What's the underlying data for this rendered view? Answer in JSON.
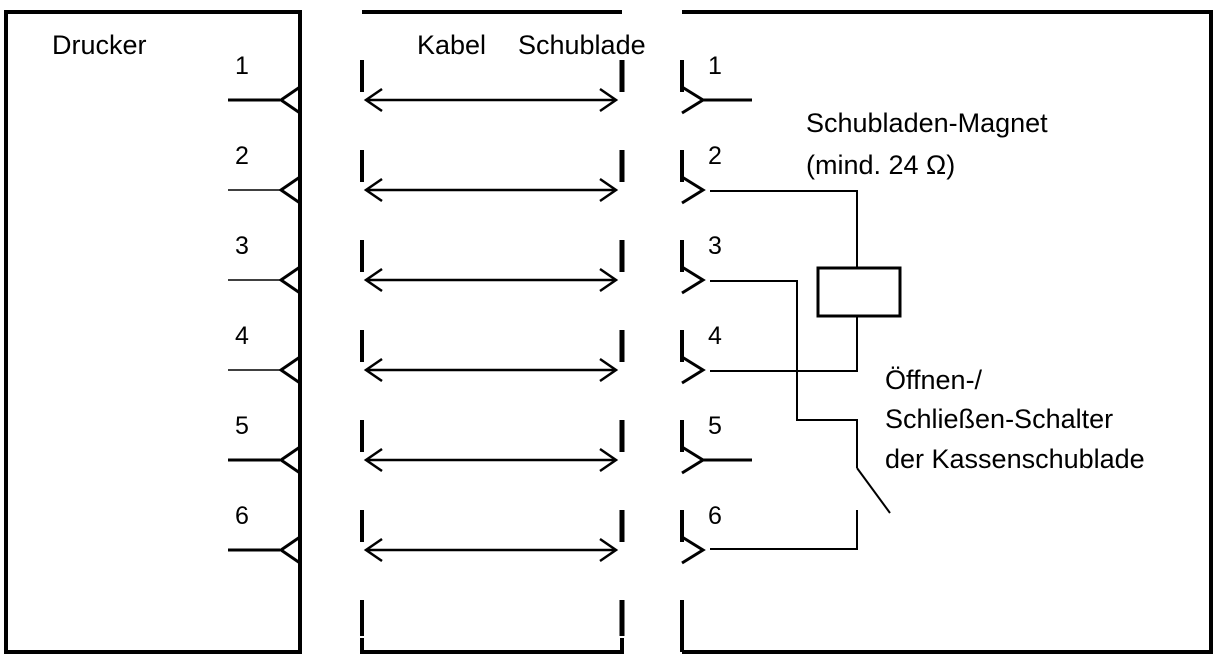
{
  "labels": {
    "printer": "Drucker",
    "cable": "Kabel",
    "drawer": "Schublade",
    "solenoid_line1": "Schubladen-Magnet",
    "solenoid_line2": "(mind. 24 Ω)",
    "switch_line1": "Öffnen-/",
    "switch_line2": "Schließen-Schalter",
    "switch_line3": "der Kassenschublade"
  },
  "pins": [
    "1",
    "2",
    "3",
    "4",
    "5",
    "6"
  ],
  "colors": {
    "line": "#000000",
    "background": "#ffffff"
  }
}
